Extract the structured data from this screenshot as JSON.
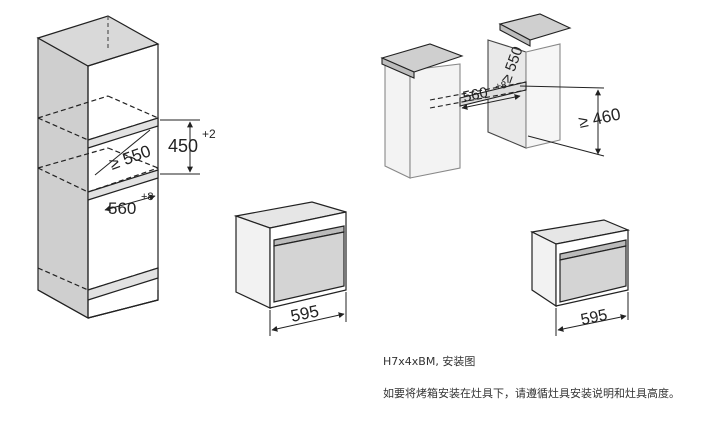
{
  "diagram": {
    "tall_cabinet": {
      "dim_height": "450",
      "dim_height_tol": "+2",
      "dim_depth": "≥ 550",
      "dim_width": "560",
      "dim_width_tol": "+8"
    },
    "appliance_left": {
      "dim_width": "595"
    },
    "under_counter": {
      "dim_depth": "≥ 550",
      "dim_width": "560",
      "dim_width_tol": "+8",
      "dim_height": "≥ 460"
    },
    "appliance_right": {
      "dim_width": "595"
    }
  },
  "caption": {
    "title": "H7x4xBM,  安装图",
    "body": "如要将烤箱安装在灶具下，请遵循灶具安装说明和灶具高度。"
  }
}
